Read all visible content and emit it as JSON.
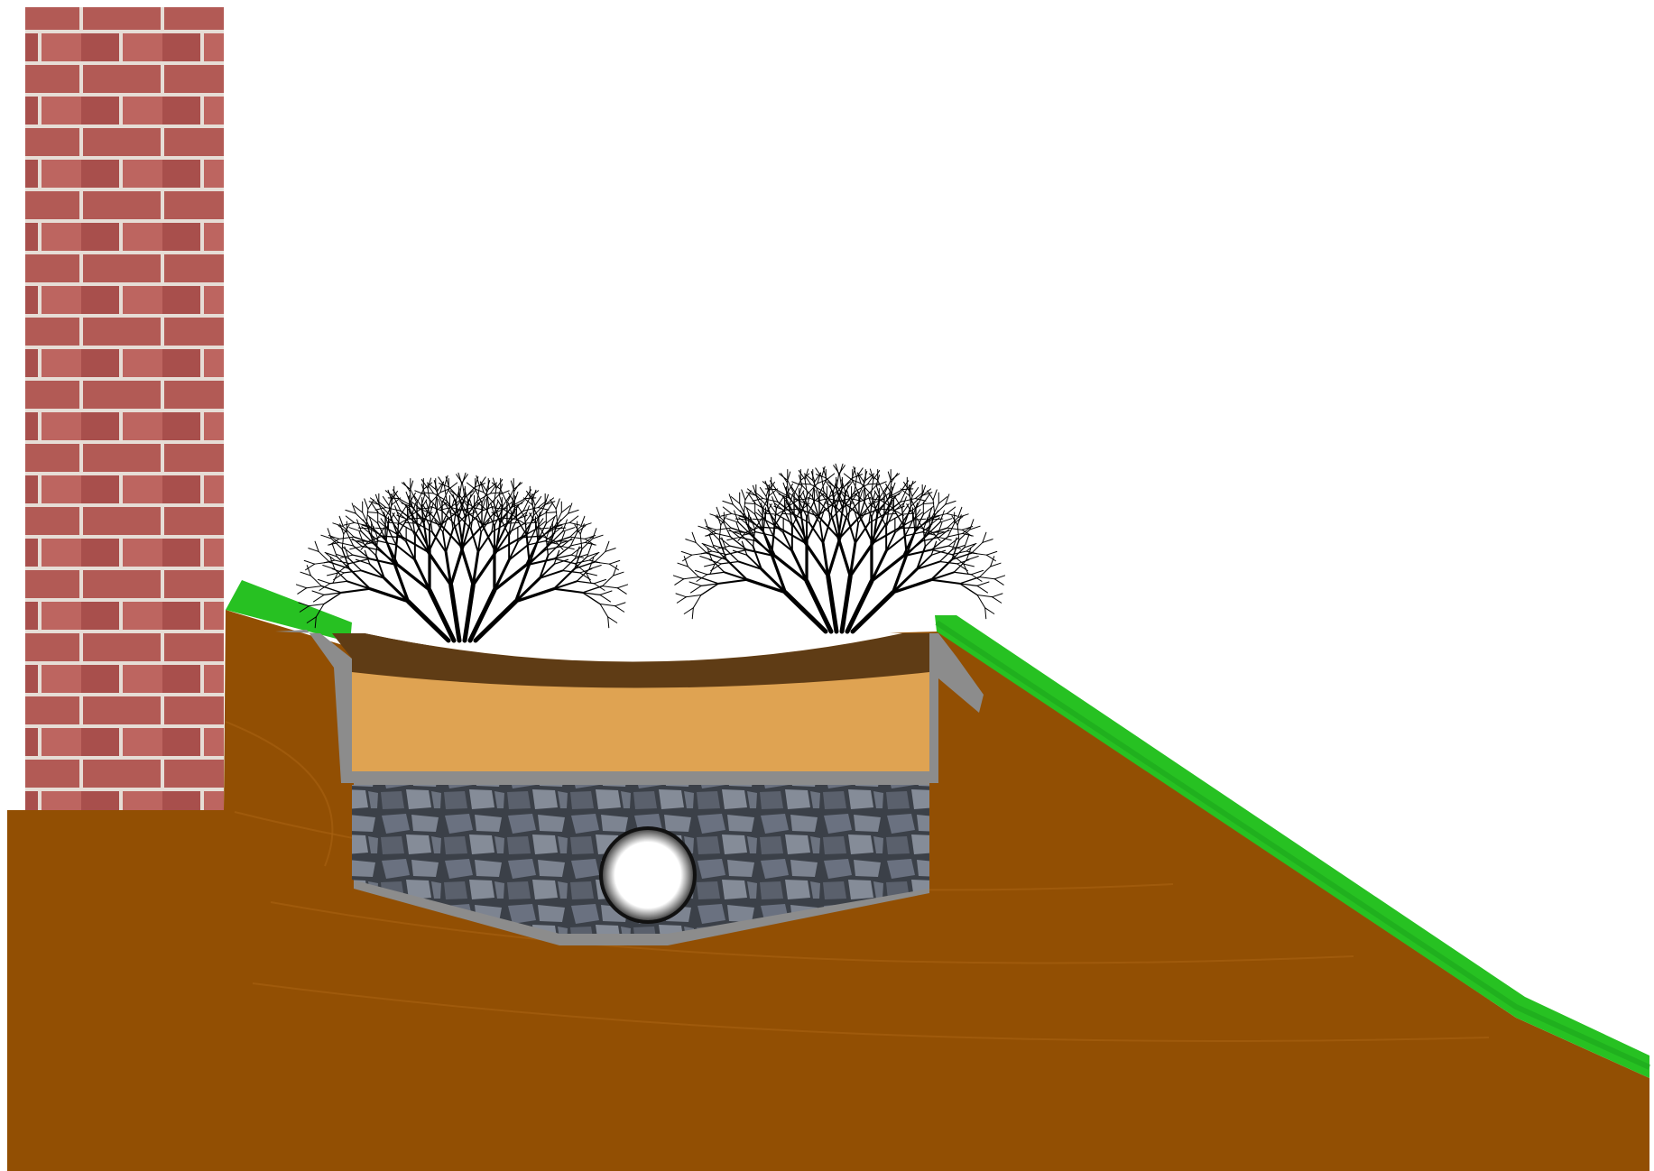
{
  "diagram": {
    "components": [
      {
        "id": "brick-wall",
        "icon": "brick-wall-icon"
      },
      {
        "id": "ground",
        "icon": "soil-icon"
      },
      {
        "id": "grass-left",
        "icon": "grass-icon"
      },
      {
        "id": "grass-right-slope",
        "icon": "grass-icon"
      },
      {
        "id": "mulch-layer",
        "icon": "mulch-icon"
      },
      {
        "id": "planting-soil",
        "icon": "sand-icon"
      },
      {
        "id": "gravel-storage",
        "icon": "stone-icon"
      },
      {
        "id": "underdrain-pipe",
        "icon": "pipe-icon"
      },
      {
        "id": "liner",
        "icon": "liner-icon"
      },
      {
        "id": "shrub-left",
        "icon": "shrub-icon"
      },
      {
        "id": "shrub-right",
        "icon": "shrub-icon"
      }
    ]
  },
  "colors": {
    "background": "#ffffff",
    "soil": "#924f03",
    "soil_line": "#a86212",
    "grass": "#27c122",
    "grass_dark": "#1aa01a",
    "brick": "#b25a55",
    "mortar": "#e6ddd6",
    "liner": "#8c8c8c",
    "mulch": "#5f3c15",
    "planting_soil": "#dfa352",
    "gravel": "#5b6270",
    "pipe": "#ffffff",
    "shrub": "#000000"
  }
}
